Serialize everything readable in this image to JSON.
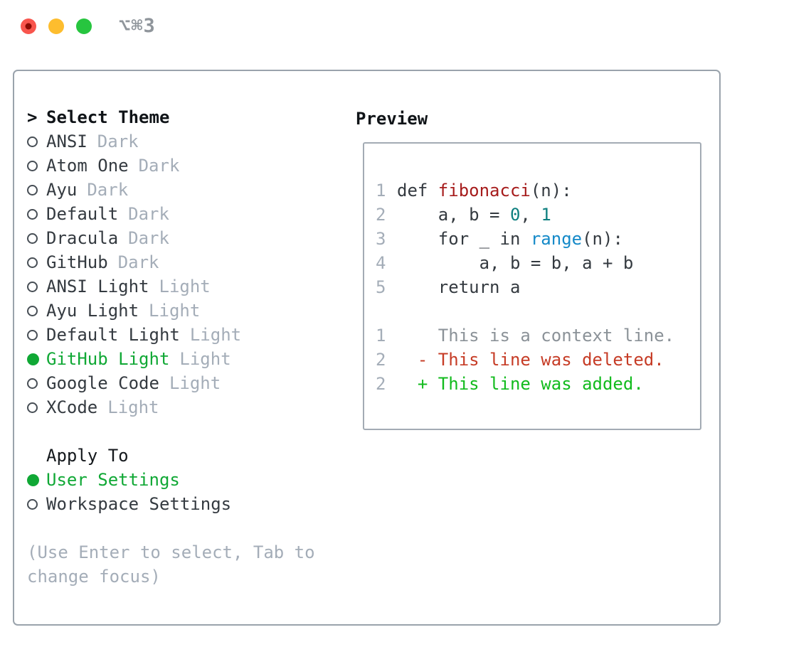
{
  "window": {
    "shortcut": "⌥⌘3",
    "traffic_lights": [
      "close",
      "minimize",
      "zoom"
    ]
  },
  "colors": {
    "tl_red": "#f8554d",
    "tl_yellow": "#fdbd2e",
    "tl_green": "#27c53f",
    "selected_green": "#10a835",
    "added_green": "#12bb1d",
    "deleted_red": "#c63c26",
    "function_red": "#a61c1c",
    "number_teal": "#0d7f7f",
    "builtin_blue": "#1489c8",
    "muted_gray": "#a4adb8",
    "context_gray": "#8b9298",
    "text_dark": "#343a40"
  },
  "theme_list": {
    "cursor": ">",
    "header": "Select Theme",
    "items": [
      {
        "name": "ANSI",
        "variant": "Dark",
        "selected": false
      },
      {
        "name": "Atom One",
        "variant": "Dark",
        "selected": false
      },
      {
        "name": "Ayu",
        "variant": "Dark",
        "selected": false
      },
      {
        "name": "Default",
        "variant": "Dark",
        "selected": false
      },
      {
        "name": "Dracula",
        "variant": "Dark",
        "selected": false
      },
      {
        "name": "GitHub",
        "variant": "Dark",
        "selected": false
      },
      {
        "name": "ANSI Light",
        "variant": "Light",
        "selected": false
      },
      {
        "name": "Ayu Light",
        "variant": "Light",
        "selected": false
      },
      {
        "name": "Default Light",
        "variant": "Light",
        "selected": false
      },
      {
        "name": "GitHub Light",
        "variant": "Light",
        "selected": true
      },
      {
        "name": "Google Code",
        "variant": "Light",
        "selected": false
      },
      {
        "name": "XCode",
        "variant": "Light",
        "selected": false
      }
    ]
  },
  "apply_to": {
    "header": "Apply To",
    "options": [
      {
        "label": "User Settings",
        "selected": true
      },
      {
        "label": "Workspace Settings",
        "selected": false
      }
    ]
  },
  "hint": {
    "line1": "(Use Enter to select, Tab to",
    "line2": "change focus)"
  },
  "preview": {
    "title": "Preview",
    "code_lines": [
      {
        "num": "1",
        "segments": [
          {
            "t": "def ",
            "c": "text"
          },
          {
            "t": "fibonacci",
            "c": "func"
          },
          {
            "t": "(n):",
            "c": "text"
          }
        ]
      },
      {
        "num": "2",
        "segments": [
          {
            "t": "    a, b = ",
            "c": "text"
          },
          {
            "t": "0",
            "c": "num"
          },
          {
            "t": ", ",
            "c": "text"
          },
          {
            "t": "1",
            "c": "num"
          }
        ]
      },
      {
        "num": "3",
        "segments": [
          {
            "t": "    for _ in ",
            "c": "text"
          },
          {
            "t": "range",
            "c": "builtin"
          },
          {
            "t": "(n):",
            "c": "text"
          }
        ]
      },
      {
        "num": "4",
        "segments": [
          {
            "t": "        a, b = b, a + b",
            "c": "text"
          }
        ]
      },
      {
        "num": "5",
        "segments": [
          {
            "t": "    return a",
            "c": "text"
          }
        ]
      }
    ],
    "diff_lines": [
      {
        "num": "1",
        "text": "    This is a context line.",
        "type": "context"
      },
      {
        "num": "2",
        "text": "  - This line was deleted.",
        "type": "deleted"
      },
      {
        "num": "2",
        "text": "  + This line was added.",
        "type": "added"
      }
    ]
  }
}
